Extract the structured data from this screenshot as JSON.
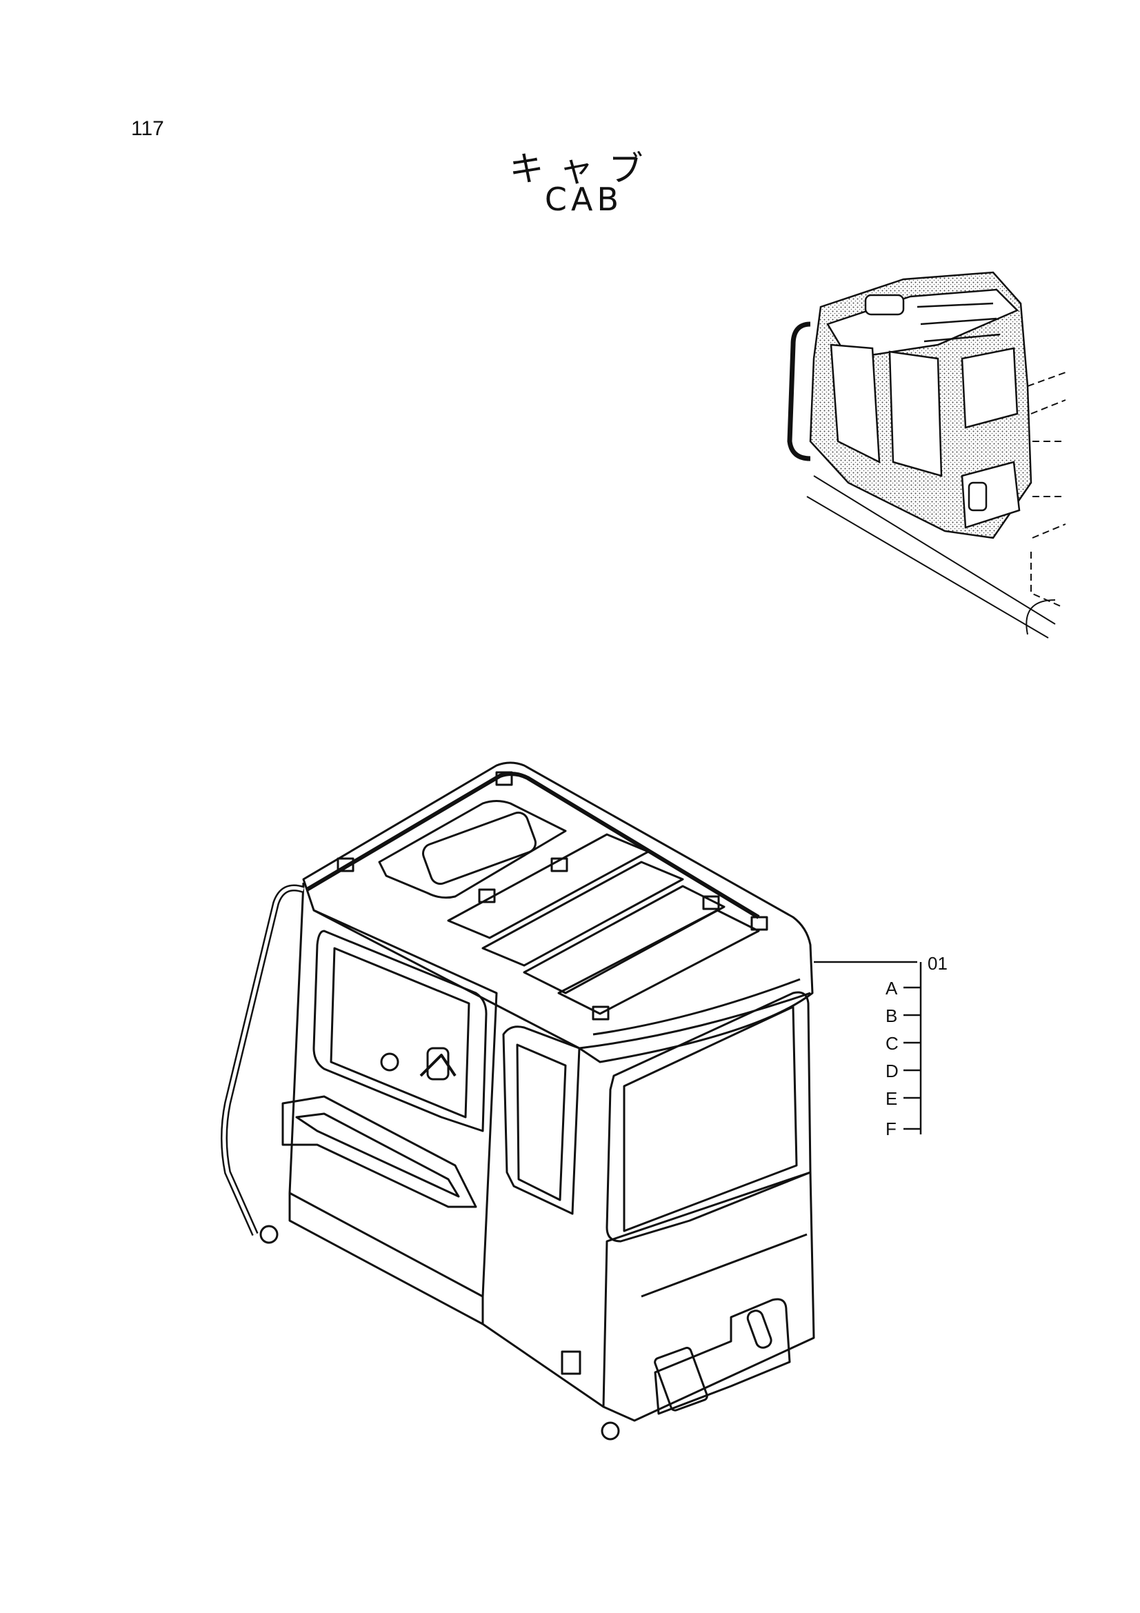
{
  "page": {
    "number": "117",
    "title_jp": "キャブ",
    "title_en": "CAB"
  },
  "callouts": {
    "main": "01",
    "sub": [
      "A",
      "B",
      "C",
      "D",
      "E",
      "F"
    ]
  }
}
